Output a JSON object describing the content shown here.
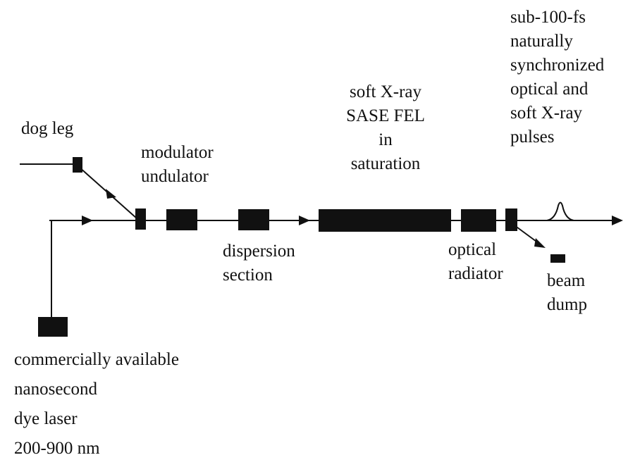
{
  "colors": {
    "background": "#ffffff",
    "ink": "#111111"
  },
  "labels": {
    "dog_leg": [
      "dog leg"
    ],
    "modulator_undulator": [
      "modulator",
      "undulator"
    ],
    "dispersion_section": [
      "dispersion",
      "section"
    ],
    "sase_fel": [
      "soft X-ray",
      "SASE FEL",
      "in",
      "saturation"
    ],
    "optical_radiator": [
      "optical",
      "radiator"
    ],
    "output_pulses": [
      "sub-100-fs",
      "naturally",
      "synchronized",
      "optical and",
      "soft X-ray",
      "pulses"
    ],
    "beam_dump": [
      "beam",
      "dump"
    ],
    "dye_laser": [
      "commercially available",
      "nanosecond",
      "dye laser",
      "200-900 nm"
    ]
  }
}
